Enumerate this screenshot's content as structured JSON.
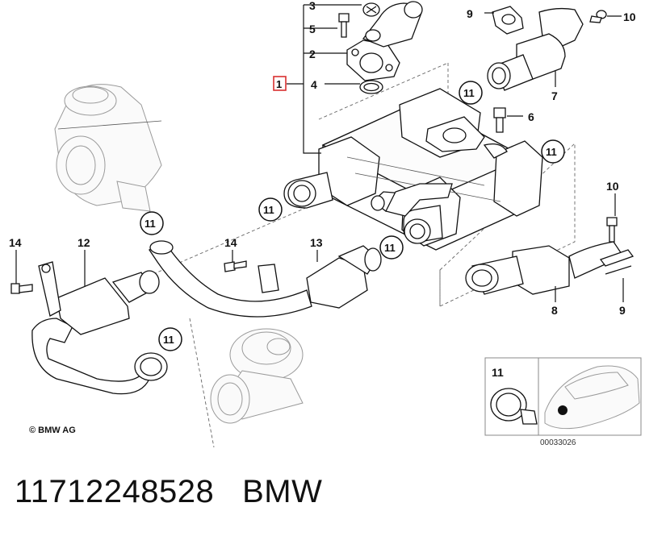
{
  "callouts": {
    "c1": "1",
    "c2": "2",
    "c3": "3",
    "c4": "4",
    "c5": "5",
    "c6": "6",
    "c7": "7",
    "c8": "8",
    "c9a": "9",
    "c9b": "9",
    "c10a": "10",
    "c10b": "10",
    "c12": "12",
    "c13": "13",
    "c14a": "14",
    "c14b": "14",
    "c11a": "11",
    "c11b": "11",
    "c11c": "11",
    "c11d": "11",
    "c11e": "11",
    "c11f": "11",
    "c11g": "11"
  },
  "inset": {
    "label": "11",
    "code": "00033026"
  },
  "copyright": "© BMW AG",
  "footer": {
    "part_number": "11712248528",
    "brand": "BMW"
  },
  "colors": {
    "highlight": "#d93030"
  }
}
